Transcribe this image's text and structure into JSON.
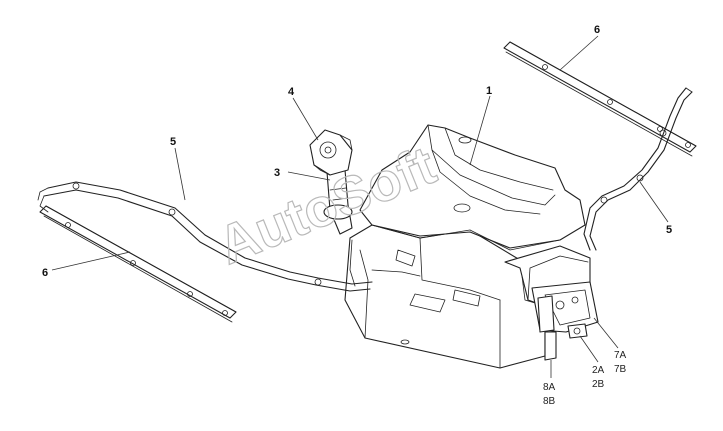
{
  "watermark": "AutoSoft",
  "callouts": {
    "c1": "1",
    "c2a": "2A",
    "c2b": "2B",
    "c3": "3",
    "c4": "4",
    "c5_left": "5",
    "c5_right": "5",
    "c6_left": "6",
    "c6_right": "6",
    "c7a": "7A",
    "c7b": "7B",
    "c8a": "8A",
    "c8b": "8B"
  }
}
